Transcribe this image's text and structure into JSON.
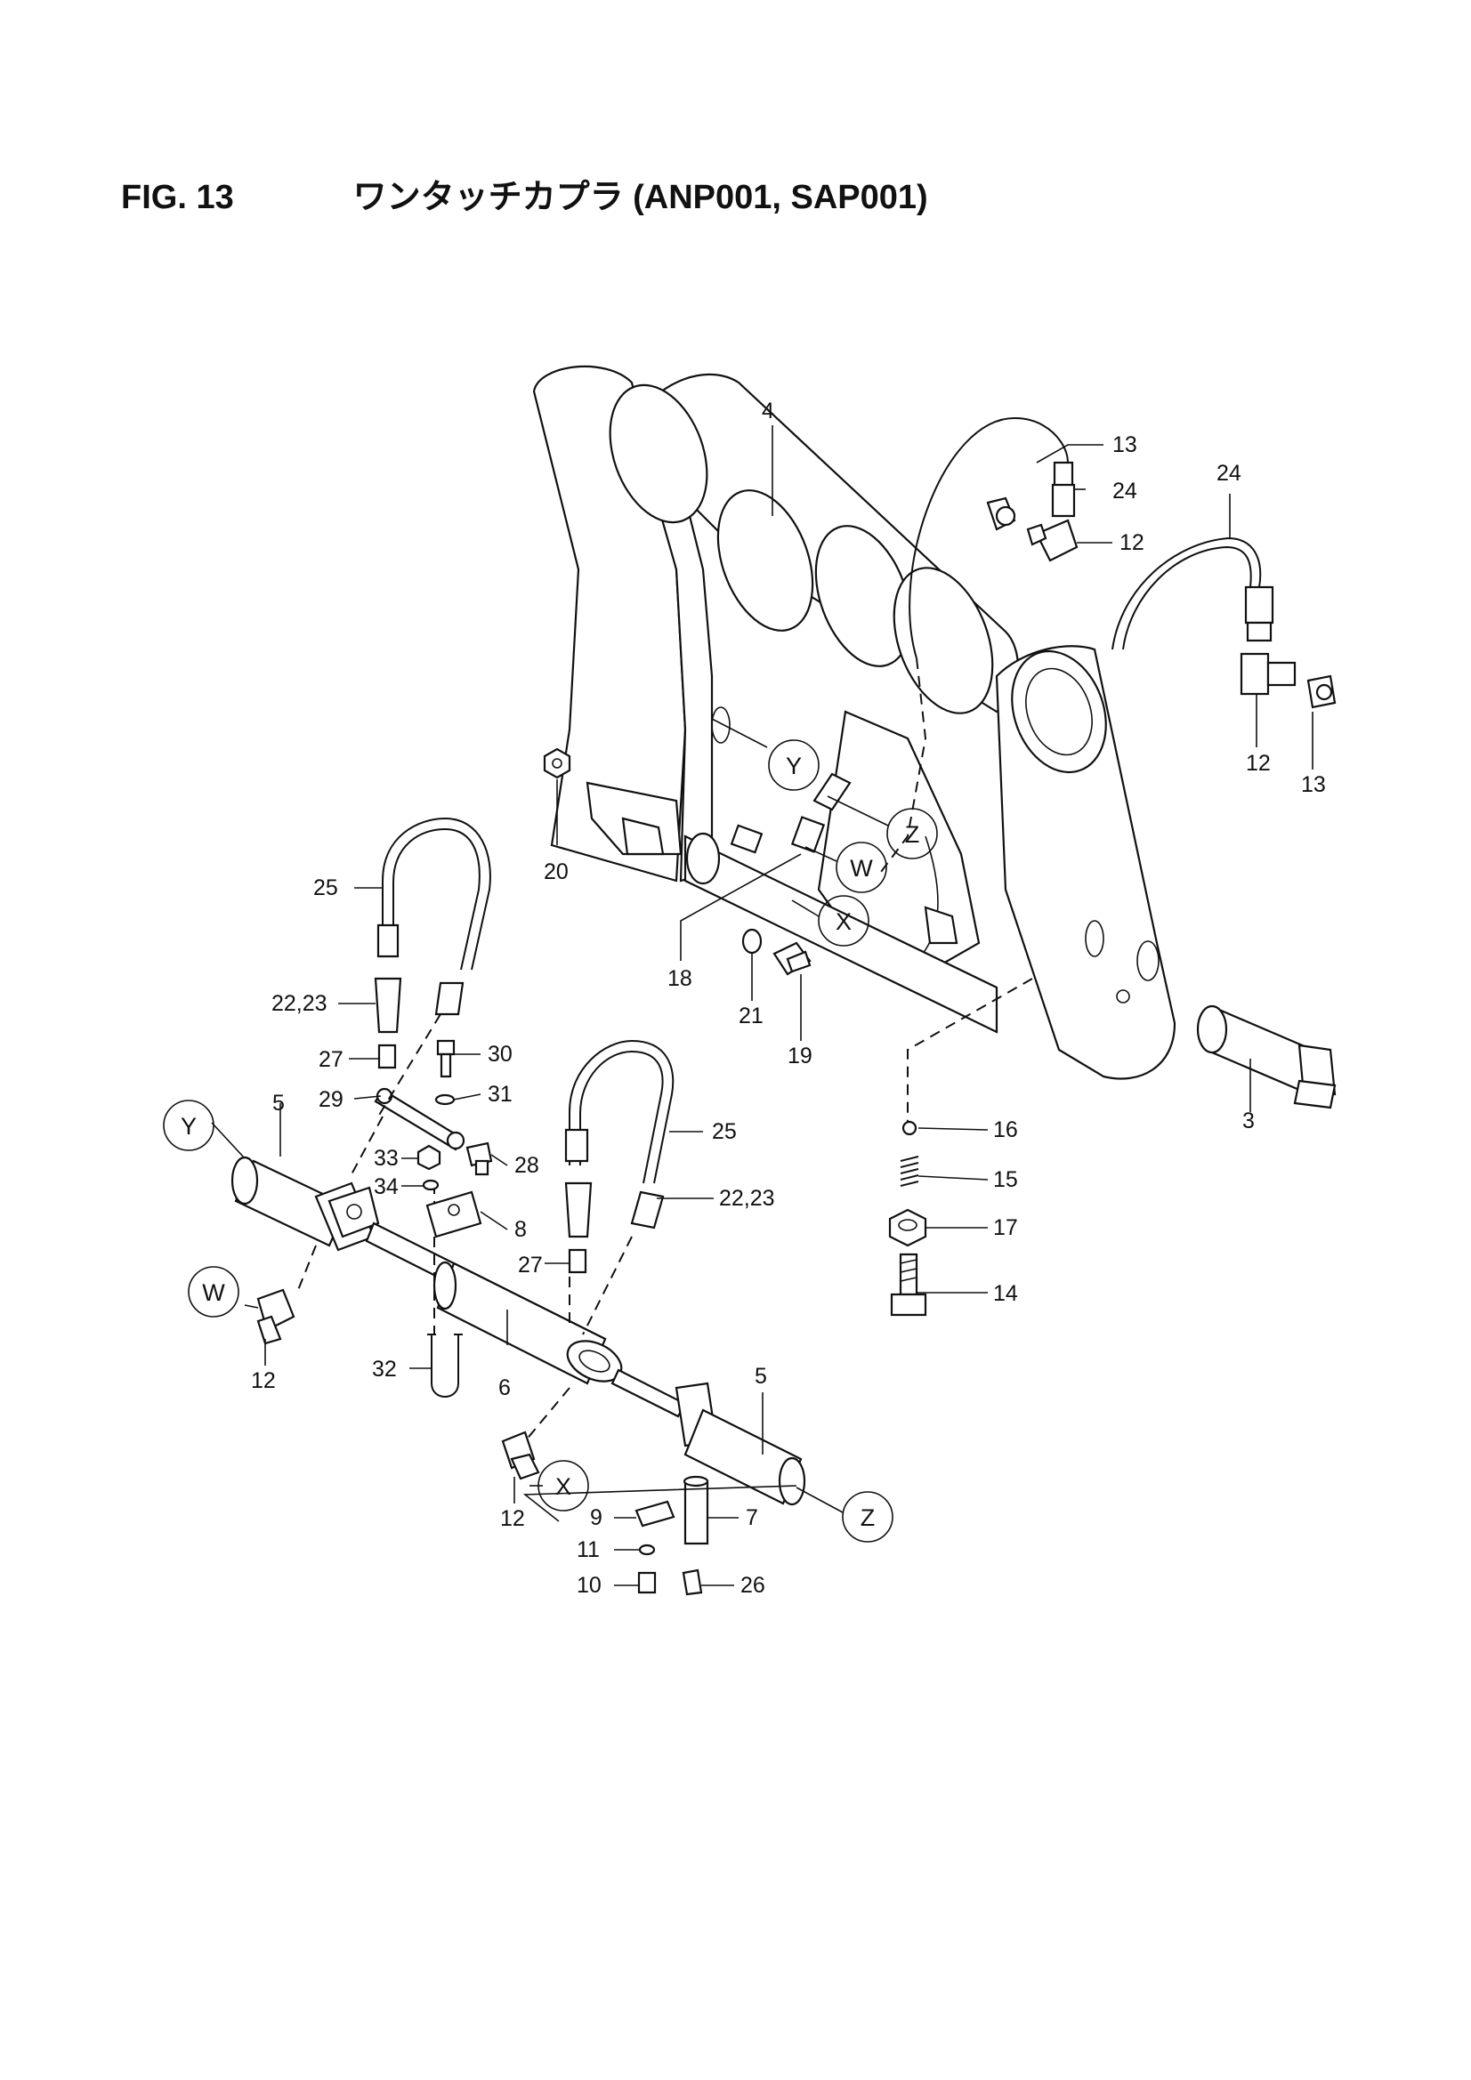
{
  "figure": {
    "number": "FIG. 13",
    "title": "ワンタッチカプラ (ANP001, SAP001)"
  },
  "callouts": [
    "4",
    "13",
    "24",
    "12",
    "24",
    "12",
    "13",
    "20",
    "18",
    "21",
    "19",
    "25",
    "22,23",
    "27",
    "29",
    "30",
    "31",
    "33",
    "28",
    "34",
    "8",
    "5",
    "25",
    "22,23",
    "27",
    "32",
    "6",
    "5",
    "12",
    "9",
    "7",
    "11",
    "10",
    "26",
    "16",
    "15",
    "17",
    "14",
    "3",
    "12"
  ],
  "reference_markers": [
    "Y",
    "Z",
    "W",
    "X",
    "Y",
    "W",
    "X",
    "Z"
  ]
}
